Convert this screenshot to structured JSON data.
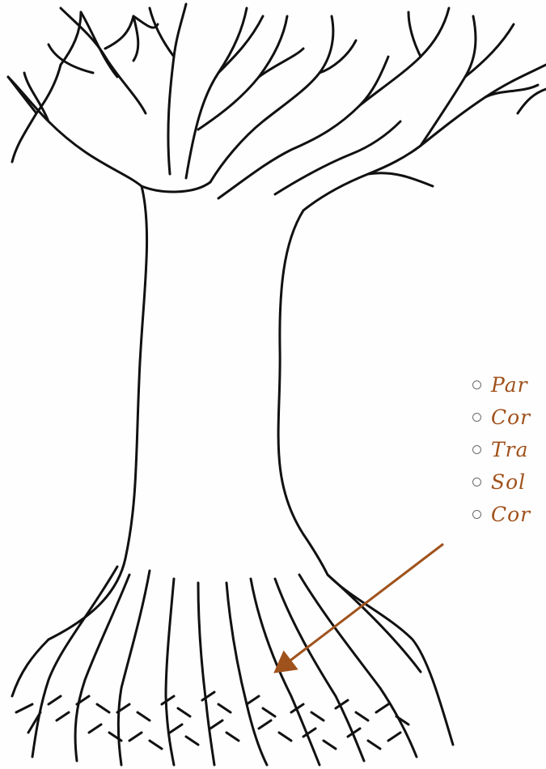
{
  "colors": {
    "ink": "#111111",
    "annotation": "#a0521c",
    "bullet": "#6b6b6b",
    "paper": "#fefefe"
  },
  "annotation_list": {
    "items": [
      {
        "label": "Par"
      },
      {
        "label": "Cor"
      },
      {
        "label": "Tra"
      },
      {
        "label": "Sol"
      },
      {
        "label": "Cor"
      }
    ]
  }
}
